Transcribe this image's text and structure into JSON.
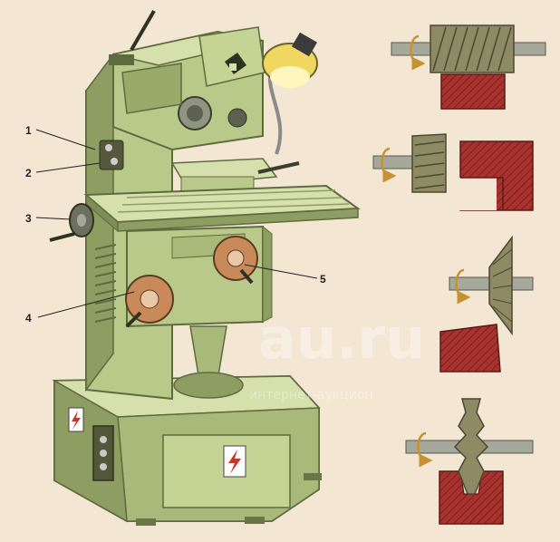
{
  "colors": {
    "background": "#f3e7d4",
    "machine_body": "#b9c98a",
    "machine_dark": "#7e8d58",
    "machine_light": "#d6e0ad",
    "workpiece": "#a8322e",
    "cutter": "#8d8a64",
    "arbor": "#a5a89a",
    "rotation_arrow": "#c8912f",
    "wheel_copper": "#c98a5a",
    "lamp_yellow": "#f0d860",
    "warning_red": "#c0392b"
  },
  "callouts": [
    {
      "label": "1"
    },
    {
      "label": "2"
    },
    {
      "label": "3"
    },
    {
      "label": "4"
    },
    {
      "label": "5"
    }
  ],
  "watermark": {
    "main": "au.ru",
    "sub": "интернет-аукцион"
  },
  "icons": {
    "high_voltage": "high-voltage-icon",
    "rotation": "rotation-arrow-icon"
  }
}
